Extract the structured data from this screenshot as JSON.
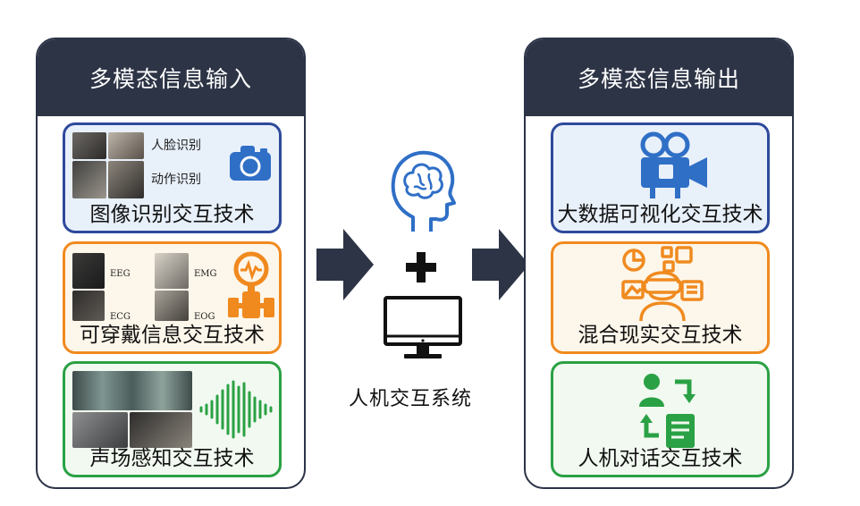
{
  "left_panel": {
    "title": "多模态信息输入",
    "cards": {
      "image": {
        "title": "图像识别交互技术",
        "face_label": "人脸识别",
        "action_label": "动作识别"
      },
      "wearable": {
        "title": "可穿戴信息交互技术",
        "eeg": "EEG",
        "emg": "EMG",
        "ecg": "ECG",
        "eog": "EOG"
      },
      "sound": {
        "title": "声场感知交互技术"
      }
    }
  },
  "center": {
    "label": "人机交互系统"
  },
  "right_panel": {
    "title": "多模态信息输出",
    "cards": {
      "bigdata": {
        "title": "大数据可视化交互技术"
      },
      "mr": {
        "title": "混合现实交互技术"
      },
      "dialog": {
        "title": "人机对话交互技术"
      }
    }
  },
  "colors": {
    "dark_header": "#2d3446",
    "blue": "#2e4a9b",
    "icon_blue": "#2f6fc6",
    "orange": "#f08a1f",
    "green": "#2aa144"
  },
  "icons": [
    "camera-icon",
    "sensor-icon",
    "sound-wave-icon",
    "brain-head-icon",
    "plus-icon",
    "monitor-icon",
    "video-camera-icon",
    "mixed-reality-icon",
    "dialog-icon",
    "arrow-right-icon"
  ]
}
